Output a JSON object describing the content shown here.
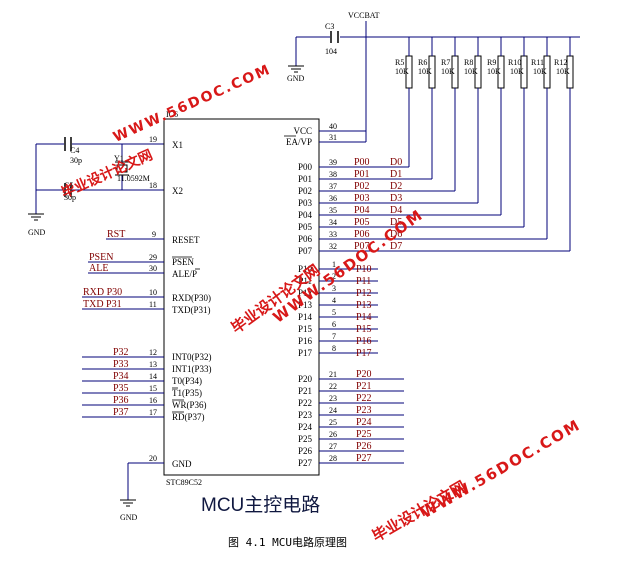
{
  "supply": {
    "vcc_label": "VCCBAT",
    "gnd_label": "GND"
  },
  "capacitors": [
    {
      "ref": "C3",
      "value": "104"
    },
    {
      "ref": "C4",
      "value": "30p"
    },
    {
      "ref": "C5",
      "value": "30p"
    }
  ],
  "crystal": {
    "ref": "Y1",
    "value": "11.0592M"
  },
  "resistors": [
    {
      "ref": "R5",
      "value": "10K"
    },
    {
      "ref": "R6",
      "value": "10K"
    },
    {
      "ref": "R7",
      "value": "10K"
    },
    {
      "ref": "R8",
      "value": "10K"
    },
    {
      "ref": "R9",
      "value": "10K"
    },
    {
      "ref": "R10",
      "value": "10K"
    },
    {
      "ref": "R11",
      "value": "10K"
    },
    {
      "ref": "R12",
      "value": "10K"
    }
  ],
  "chip": {
    "ref": "IC6",
    "part": "STC89C52",
    "left_pins": [
      {
        "num": "19",
        "name": "X1"
      },
      {
        "num": "18",
        "name": "X2"
      },
      {
        "num": "9",
        "name": "RESET"
      },
      {
        "num": "29",
        "name": "PSEN"
      },
      {
        "num": "30",
        "name": "ALE/P"
      },
      {
        "num": "10",
        "name": "RXD(P30)"
      },
      {
        "num": "11",
        "name": "TXD(P31)"
      },
      {
        "num": "12",
        "name": "INT0(P32)"
      },
      {
        "num": "13",
        "name": "INT1(P33)"
      },
      {
        "num": "14",
        "name": "T0(P34)"
      },
      {
        "num": "15",
        "name": "T1(P35)"
      },
      {
        "num": "16",
        "name": "WR(P36)"
      },
      {
        "num": "17",
        "name": "RD(P37)"
      },
      {
        "num": "20",
        "name": "GND"
      }
    ],
    "right_pins": [
      {
        "num": "40",
        "name": "VCC"
      },
      {
        "num": "31",
        "name": "EA/VP"
      },
      {
        "num": "39",
        "name": "P00"
      },
      {
        "num": "38",
        "name": "P01"
      },
      {
        "num": "37",
        "name": "P02"
      },
      {
        "num": "36",
        "name": "P03"
      },
      {
        "num": "35",
        "name": "P04"
      },
      {
        "num": "34",
        "name": "P05"
      },
      {
        "num": "33",
        "name": "P06"
      },
      {
        "num": "32",
        "name": "P07"
      },
      {
        "num": "1",
        "name": "P10"
      },
      {
        "num": "2",
        "name": "P11"
      },
      {
        "num": "3",
        "name": "P12"
      },
      {
        "num": "4",
        "name": "P13"
      },
      {
        "num": "5",
        "name": "P14"
      },
      {
        "num": "6",
        "name": "P15"
      },
      {
        "num": "7",
        "name": "P16"
      },
      {
        "num": "8",
        "name": "P17"
      },
      {
        "num": "21",
        "name": "P20"
      },
      {
        "num": "22",
        "name": "P21"
      },
      {
        "num": "23",
        "name": "P22"
      },
      {
        "num": "24",
        "name": "P23"
      },
      {
        "num": "25",
        "name": "P24"
      },
      {
        "num": "26",
        "name": "P25"
      },
      {
        "num": "27",
        "name": "P26"
      },
      {
        "num": "28",
        "name": "P27"
      }
    ]
  },
  "left_nets": [
    "RST",
    "PSEN",
    "ALE",
    "RXD P30",
    "TXD P31",
    "P32",
    "P33",
    "P34",
    "P35",
    "P36",
    "P37"
  ],
  "right_nets": {
    "p0": [
      "P00",
      "P01",
      "P02",
      "P03",
      "P04",
      "P05",
      "P06",
      "P07"
    ],
    "data": [
      "D0",
      "D1",
      "D2",
      "D3",
      "D4",
      "D5",
      "D6",
      "D7"
    ],
    "p1": [
      "P10",
      "P11",
      "P12",
      "P13",
      "P14",
      "P15",
      "P16",
      "P17"
    ],
    "p2": [
      "P20",
      "P21",
      "P22",
      "P23",
      "P24",
      "P25",
      "P26",
      "P27"
    ]
  },
  "block_title": "MCU主控电路",
  "figure_caption": "图 4.1 MCU电路原理图",
  "watermarks": [
    "毕业设计论文网",
    "WWW.56DOC.COM"
  ]
}
